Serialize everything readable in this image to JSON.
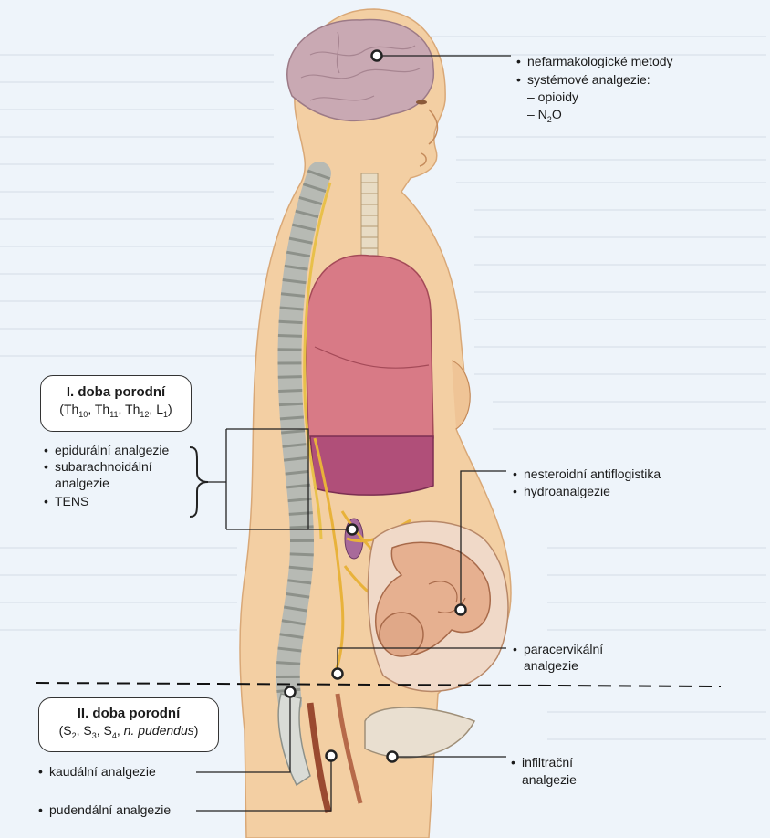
{
  "stage1": {
    "title": "I. doba porodní",
    "nerves_html": "(Th<sub>10</sub>, Th<sub>11</sub>, Th<sub>12</sub>, L<sub>1</sub>)",
    "methods": [
      "epidurální analgezie",
      "subarachnoidální",
      "analgezie",
      "TENS"
    ]
  },
  "stage2": {
    "title": "II. doba porodní",
    "nerves_html": "(S<sub>2</sub>, S<sub>3</sub>, S<sub>4</sub>, <i>n. pudendus</i>)"
  },
  "top_labels": {
    "item1": "nefarmakologické metody",
    "item2": "systémové analgezie:",
    "item3": "– opioidy",
    "item4_html": "– N<sub>2</sub>O"
  },
  "mid_labels": {
    "item1": "nesteroidní antiflogistika",
    "item2": "hydroanalgezie"
  },
  "paracervical": {
    "line1": "paracervikální",
    "line2": "analgezie"
  },
  "infiltration": {
    "line1": "infiltrační",
    "line2": "analgezie"
  },
  "caudal": "kaudální analgezie",
  "pudendal": "pudendální analgezie",
  "bullet": "•",
  "colors": {
    "skin": "#f3cfa3",
    "brain": "#c9a9b3",
    "lung": "#d87a86",
    "organ": "#b04f79",
    "spine": "#cfd2cd",
    "nerve": "#e8b23a"
  }
}
